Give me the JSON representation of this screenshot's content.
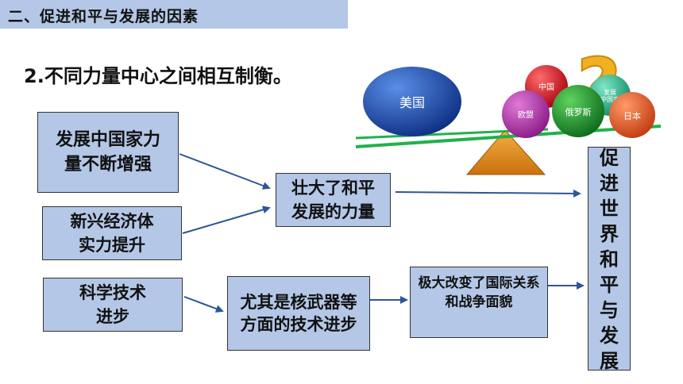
{
  "header": {
    "title": "二、促进和平与发展的因素"
  },
  "subtitle": "2.不同力量中心之间相互制衡。",
  "boxes": {
    "developing_countries": "发展中国家力量不断增强",
    "emerging_economies": "新兴经济体实力提升",
    "peace_force": "壮大了和平发展的力量",
    "science_tech": "科学技术进步",
    "nuclear_tech": "尤其是核武器等方面的技术进步",
    "changed_relations": "极大改变了国际关系和战争面貌",
    "promote": "促进世界和平与发展"
  },
  "illustration": {
    "usa": "美国",
    "china": "中国",
    "developing": "发展中国家",
    "eu": "欧盟",
    "russia": "俄罗斯",
    "japan": "日本",
    "question_mark": "?"
  },
  "colors": {
    "box_fill": "#b4c7e7",
    "arrow": "#2f5597",
    "beam": "#22b14c",
    "fulcrum": "#e8901a"
  }
}
